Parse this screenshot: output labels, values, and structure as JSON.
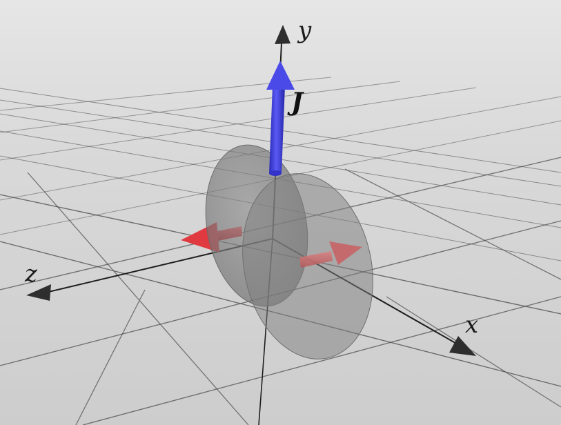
{
  "figure": {
    "axes": {
      "x": {
        "label": "x"
      },
      "y": {
        "label": "y"
      },
      "z": {
        "label": "z"
      }
    },
    "vectors": [
      {
        "label": "J",
        "color": "#3838e0"
      }
    ],
    "colors": {
      "background": "#d6d6d6",
      "grid": "#2a2a2a",
      "disc": "#7a7a7a",
      "angular_momentum": "#3838e0",
      "red_arrow": "#e03a40",
      "axis_arrowhead": "#2e2e2e"
    },
    "elements": [
      "grid-floor",
      "coordinate-axes",
      "transparent-disc",
      "angular-momentum-vector",
      "red-arrows"
    ]
  }
}
